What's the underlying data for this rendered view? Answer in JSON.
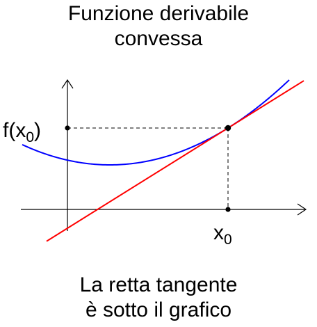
{
  "title": {
    "line1": "Funzione derivabile",
    "line2": "convessa"
  },
  "caption": {
    "line1": "La retta tangente",
    "line2": "è sotto il grafico"
  },
  "labels": {
    "y_point_main": "f(x",
    "y_point_sub": "0",
    "y_point_close": ")",
    "x_point_main": "x",
    "x_point_sub": "0"
  },
  "colors": {
    "curve": "#0000ff",
    "tangent": "#ff0000",
    "axes": "#000000",
    "guides": "#000000"
  }
}
